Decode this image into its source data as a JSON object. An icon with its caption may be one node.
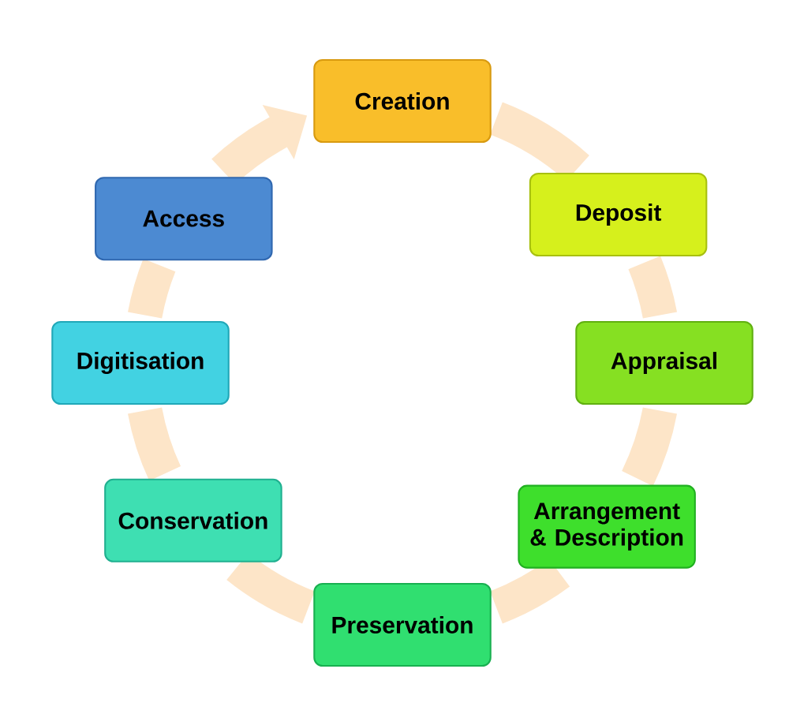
{
  "diagram": {
    "nodes": [
      {
        "text": [
          "Creation"
        ]
      },
      {
        "text": [
          "Deposit"
        ]
      },
      {
        "text": [
          "Appraisal"
        ]
      },
      {
        "text": [
          "Arrangement & Description"
        ]
      },
      {
        "text": [
          "Preservation"
        ]
      },
      {
        "text": [
          "Conservation"
        ]
      },
      {
        "text": [
          "Digitisation"
        ]
      },
      {
        "text": [
          "Access"
        ]
      }
    ],
    "edges": [
      {
        "from": 0,
        "to": 1,
        "arrow": "none"
      },
      {
        "from": 1,
        "to": 2,
        "arrow": "none"
      },
      {
        "from": 2,
        "to": 3,
        "arrow": "none"
      },
      {
        "from": 3,
        "to": 4,
        "arrow": "none"
      },
      {
        "from": 4,
        "to": 5,
        "arrow": "none"
      },
      {
        "from": 5,
        "to": 6,
        "arrow": "none"
      },
      {
        "from": 6,
        "to": 7,
        "arrow": "none"
      },
      {
        "from": 7,
        "to": 0,
        "arrow": "to"
      }
    ]
  }
}
